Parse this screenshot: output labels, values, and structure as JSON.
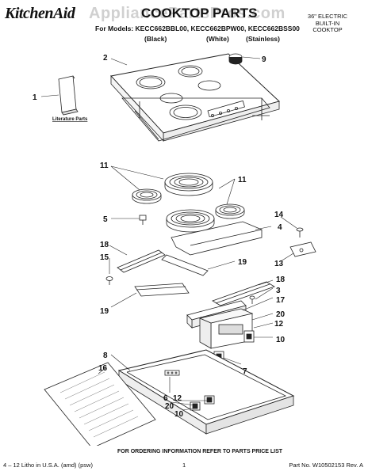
{
  "header": {
    "brand": "KitchenAid",
    "title": "COOKTOP PARTS",
    "watermark": "AppliancePartsPros.com",
    "model_line": "For Models: KECC662BBL00, KECC662BPW00, KECC662BSS00",
    "colors": [
      "(Black)",
      "(White)",
      "(Stainless)"
    ],
    "corner_lines": [
      "36\" ELECTRIC",
      "BUILT-IN",
      "COOKTOP"
    ]
  },
  "diagram": {
    "literature_label": "Literature Parts",
    "callouts": [
      "1",
      "2",
      "3",
      "4",
      "5",
      "6",
      "7",
      "8",
      "9",
      "10",
      "11",
      "12",
      "13",
      "14",
      "15",
      "16",
      "17",
      "18",
      "19",
      "20"
    ]
  },
  "footer": {
    "ordering_note": "FOR ORDERING INFORMATION REFER TO PARTS PRICE LIST",
    "litho": "4 – 12 Litho in U.S.A. (amd) (psw)",
    "page": "1",
    "part_no": "Part No. W10502153 Rev. A"
  }
}
